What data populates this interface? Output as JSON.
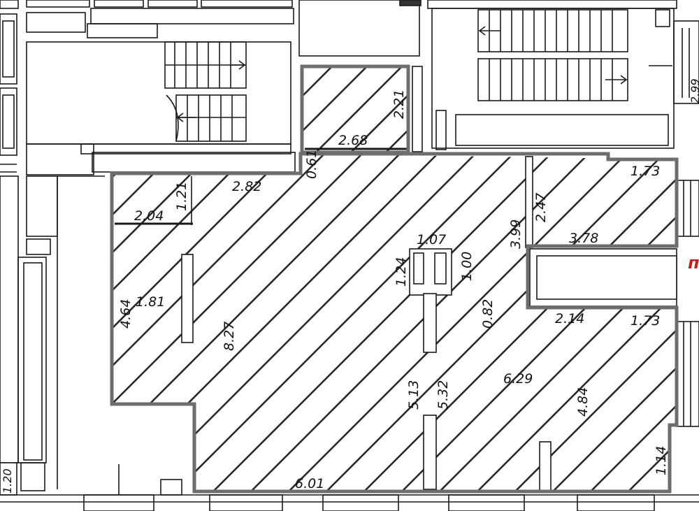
{
  "colors": {
    "wall_outline": "#6e6e6e",
    "hatch": "#2a2a2a",
    "line": "#1a1a1a",
    "accent_mark": "#cc1a1a"
  },
  "dimensions": {
    "d_221": "2.21",
    "d_268": "2.68",
    "d_061": "0.61",
    "d_282": "2.82",
    "d_121": "1.21",
    "d_204": "2.04",
    "d_173_top": "1.73",
    "d_247": "2.47",
    "d_378": "3.78",
    "d_107": "1.07",
    "d_124": "1.24",
    "d_100": "1.00",
    "d_399": "3.99",
    "d_464": "4.64",
    "d_181": "1.81",
    "d_827": "8.27",
    "d_082": "0.82",
    "d_214": "2.14",
    "d_173_mid": "1.73",
    "d_629": "6.29",
    "d_484": "4.84",
    "d_513": "5.13",
    "d_532": "5.32",
    "d_601": "6.01",
    "d_114": "1.14",
    "d_120_left": "1.20",
    "d_edge_right": "2.99"
  },
  "marks": {
    "red_corner": "п"
  }
}
